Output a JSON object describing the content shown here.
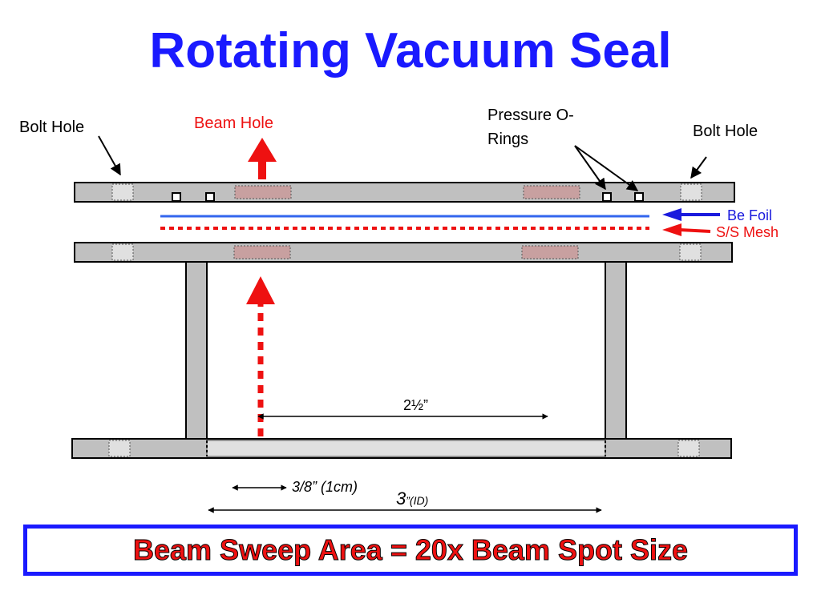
{
  "title": "Rotating Vacuum Seal",
  "labels": {
    "bolt_hole_left": "Bolt Hole",
    "beam_hole": "Beam Hole",
    "pressure_orings_line1": "Pressure O-",
    "pressure_orings_line2": "Rings",
    "bolt_hole_right": "Bolt Hole",
    "be_foil": "Be Foil",
    "ss_mesh": "S/S Mesh"
  },
  "dimensions": {
    "inner_span": "2½”",
    "wall": "3/8” (1cm)",
    "id_value": "3",
    "id_suffix": "”(ID)"
  },
  "summary": "Beam Sweep Area = 20x Beam Spot Size",
  "colors": {
    "title": "#1a1aff",
    "beam": "#ee1111",
    "foil": "#1a1add",
    "plate": "#c0c0c0",
    "hole": "#e0e0e0",
    "beam_zone": "#c8a0a0",
    "box_border": "#1a1aff"
  }
}
